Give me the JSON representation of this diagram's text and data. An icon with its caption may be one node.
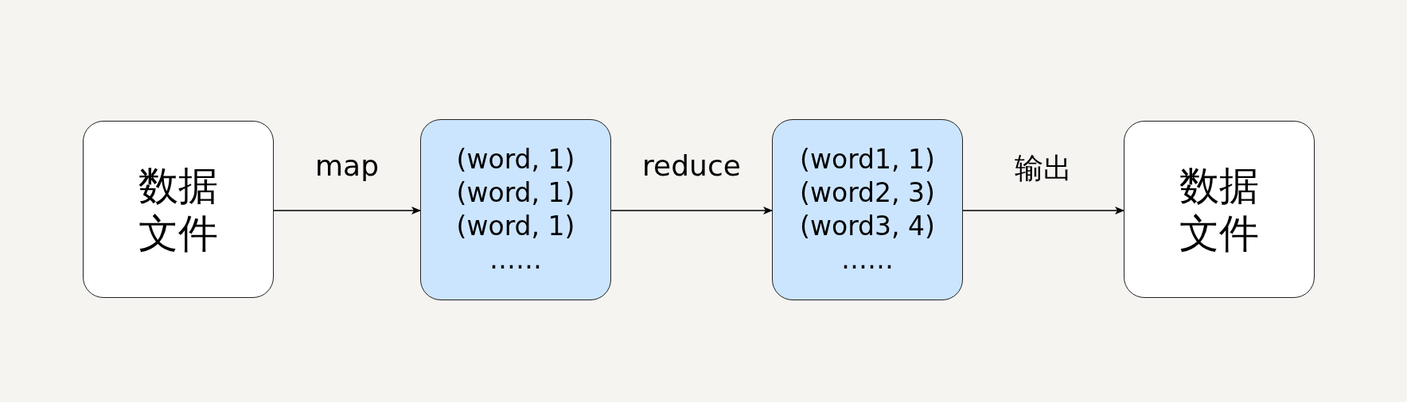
{
  "diagram": {
    "nodes": [
      {
        "text": [
          "数据文件"
        ]
      },
      {
        "text": [
          "(word, 1)",
          "(word, 1)",
          "(word, 1)",
          "……"
        ]
      },
      {
        "text": [
          "(word1, 1)",
          "(word2, 3)",
          "(word3, 4)",
          "……"
        ]
      },
      {
        "text": [
          "数据文件"
        ]
      }
    ],
    "edges": [
      {
        "from": 0,
        "to": 1,
        "arrow": "to",
        "label": "map"
      },
      {
        "from": 1,
        "to": 2,
        "arrow": "to",
        "label": "reduce"
      },
      {
        "from": 2,
        "to": 3,
        "arrow": "to",
        "label": "输出"
      }
    ]
  }
}
